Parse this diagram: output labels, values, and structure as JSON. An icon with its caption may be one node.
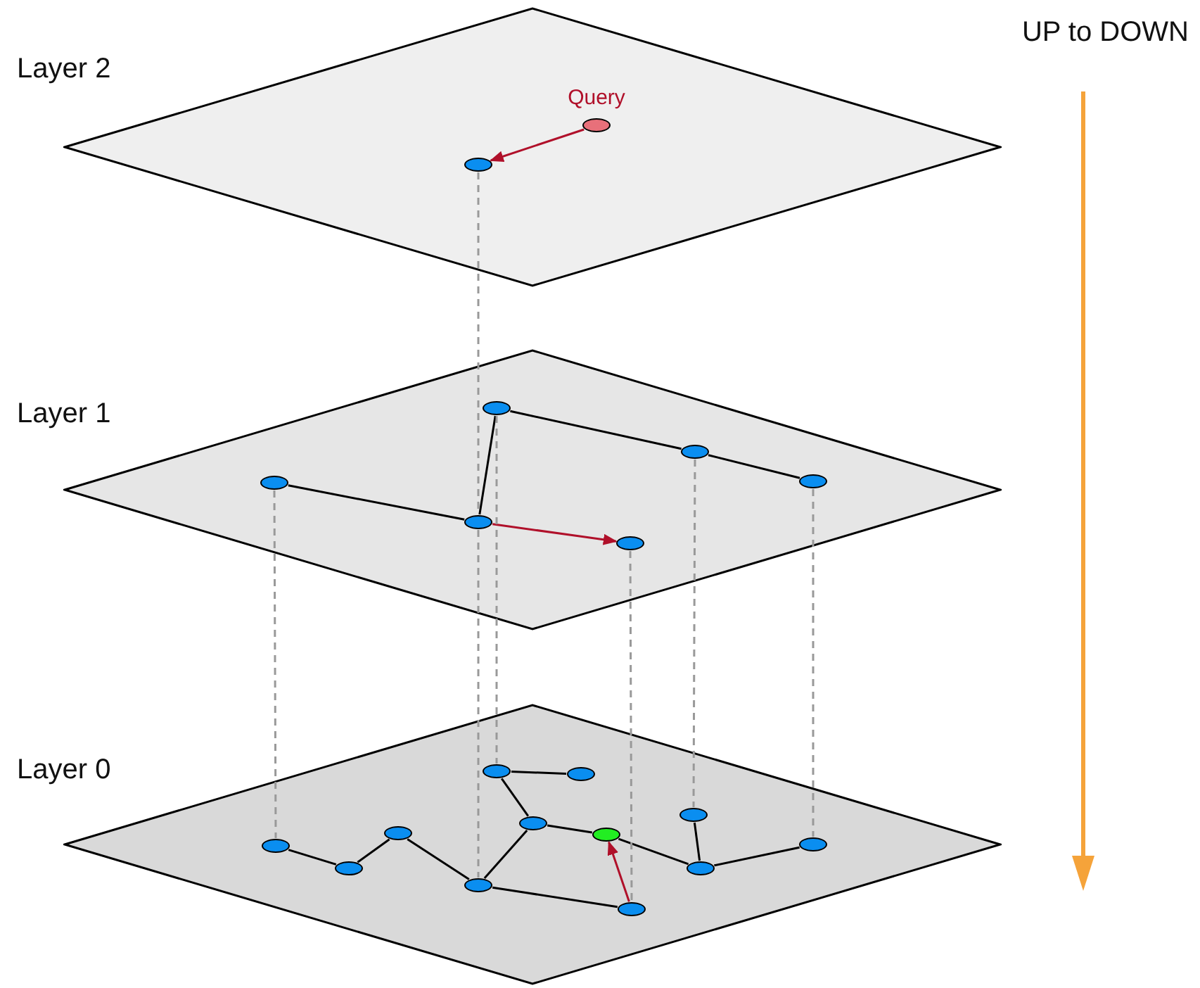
{
  "diagram": {
    "nodes": [
      {
        "text": [
          "Layer 2"
        ]
      },
      {
        "text": [
          "Layer 1"
        ]
      },
      {
        "text": [
          "Layer 0"
        ]
      },
      {
        "text": [
          "Query"
        ],
        "in": 0
      },
      {
        "text": [],
        "shape": "circle",
        "in": 0
      },
      {
        "text": [],
        "shape": "circle",
        "in": 1
      },
      {
        "text": [],
        "shape": "circle",
        "in": 1
      },
      {
        "text": [],
        "shape": "circle",
        "in": 1
      },
      {
        "text": [],
        "shape": "circle",
        "in": 1
      },
      {
        "text": [],
        "shape": "circle",
        "in": 1
      },
      {
        "text": [],
        "shape": "circle",
        "in": 1
      },
      {
        "text": [],
        "shape": "circle",
        "in": 2
      },
      {
        "text": [],
        "shape": "circle",
        "in": 2
      },
      {
        "text": [],
        "shape": "circle",
        "in": 2
      },
      {
        "text": [],
        "shape": "circle",
        "in": 2
      },
      {
        "text": [],
        "shape": "circle",
        "in": 2
      },
      {
        "text": [],
        "shape": "circle",
        "in": 2
      },
      {
        "text": [],
        "shape": "circle",
        "in": 2
      },
      {
        "text": [],
        "shape": "circle",
        "in": 2
      },
      {
        "text": [],
        "shape": "circle",
        "in": 2
      },
      {
        "text": [],
        "shape": "circle",
        "in": 2
      },
      {
        "text": [],
        "shape": "circle",
        "in": 2
      },
      {
        "text": [],
        "shape": "circle",
        "in": 2
      }
    ],
    "edges": [
      {
        "from": 3,
        "to": 4,
        "arrow": "to",
        "color": "#b0102a"
      },
      {
        "from": 5,
        "to": 9,
        "arrow": "none"
      },
      {
        "from": 9,
        "to": 6,
        "arrow": "none"
      },
      {
        "from": 6,
        "to": 7,
        "arrow": "none"
      },
      {
        "from": 7,
        "to": 8,
        "arrow": "none"
      },
      {
        "from": 9,
        "to": 10,
        "arrow": "to",
        "color": "#b0102a"
      },
      {
        "from": 11,
        "to": 12,
        "arrow": "none"
      },
      {
        "from": 11,
        "to": 13,
        "arrow": "none"
      },
      {
        "from": 13,
        "to": 14,
        "arrow": "none"
      },
      {
        "from": 13,
        "to": 20,
        "arrow": "none"
      },
      {
        "from": 16,
        "to": 18,
        "arrow": "none"
      },
      {
        "from": 18,
        "to": 17,
        "arrow": "none"
      },
      {
        "from": 17,
        "to": 20,
        "arrow": "none"
      },
      {
        "from": 20,
        "to": 22,
        "arrow": "none"
      },
      {
        "from": 22,
        "to": 14,
        "arrow": "to",
        "color": "#b0102a"
      },
      {
        "from": 14,
        "to": 21,
        "arrow": "none"
      },
      {
        "from": 15,
        "to": 21,
        "arrow": "none"
      },
      {
        "from": 21,
        "to": 19,
        "arrow": "none"
      },
      {
        "from": 4,
        "to": 9,
        "arrow": "none",
        "style": "dashed",
        "color": "#999999"
      },
      {
        "from": 5,
        "to": 16,
        "arrow": "none",
        "style": "dashed",
        "color": "#999999"
      },
      {
        "from": 9,
        "to": 20,
        "arrow": "none",
        "style": "dashed",
        "color": "#999999"
      },
      {
        "from": 6,
        "to": 11,
        "arrow": "none",
        "style": "dashed",
        "color": "#999999"
      },
      {
        "from": 10,
        "to": 22,
        "arrow": "none",
        "style": "dashed",
        "color": "#999999"
      },
      {
        "from": 7,
        "to": 15,
        "arrow": "none",
        "style": "dashed",
        "color": "#999999"
      },
      {
        "from": 8,
        "to": 19,
        "arrow": "none",
        "style": "dashed",
        "color": "#999999"
      }
    ],
    "labels": [
      "UP to DOWN"
    ]
  }
}
